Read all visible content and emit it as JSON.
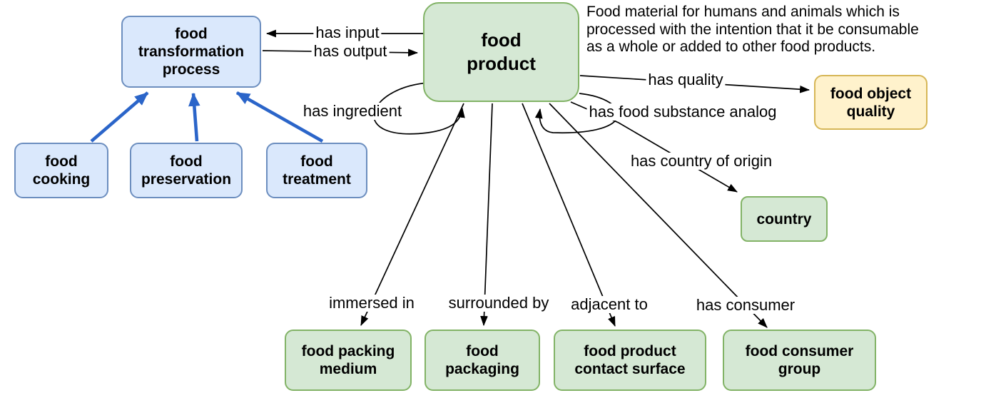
{
  "diagram": {
    "title": "food product ontology diagram",
    "nodes": {
      "transformation": {
        "lines": [
          "food",
          "transformation",
          "process"
        ]
      },
      "cooking": {
        "lines": [
          "food",
          "cooking"
        ]
      },
      "preservation": {
        "lines": [
          "food",
          "preservation"
        ]
      },
      "treatment": {
        "lines": [
          "food",
          "treatment"
        ]
      },
      "product": {
        "lines": [
          "food",
          "product"
        ]
      },
      "quality": {
        "lines": [
          "food object",
          "quality"
        ]
      },
      "country": {
        "lines": [
          "country"
        ]
      },
      "packing_medium": {
        "lines": [
          "food packing",
          "medium"
        ]
      },
      "packaging": {
        "lines": [
          "food",
          "packaging"
        ]
      },
      "contact_surface": {
        "lines": [
          "food product",
          "contact surface"
        ]
      },
      "consumer_group": {
        "lines": [
          "food consumer",
          "group"
        ]
      }
    },
    "edge_labels": {
      "has_input": "has input",
      "has_output": "has output",
      "has_ingredient": "has ingredient",
      "has_quality": "has quality",
      "has_food_substance_analog": "has food substance analog",
      "has_country_of_origin": "has country of origin",
      "immersed_in": "immersed in",
      "surrounded_by": "surrounded by",
      "adjacent_to": "adjacent to",
      "has_consumer": "has consumer"
    },
    "description": {
      "lines": [
        "Food material for humans and animals which is",
        "processed with the intention that it be consumable",
        "as a whole or added to other food products."
      ]
    },
    "colors": {
      "blue_fill": "#dae8fc",
      "blue_stroke": "#6c8ebf",
      "green_fill": "#d5e8d4",
      "green_stroke": "#82b366",
      "yellow_fill": "#fff2cc",
      "yellow_stroke": "#d6b656",
      "subclass_arrow_blue": "#2b65c9",
      "edge_black": "#000000"
    }
  }
}
